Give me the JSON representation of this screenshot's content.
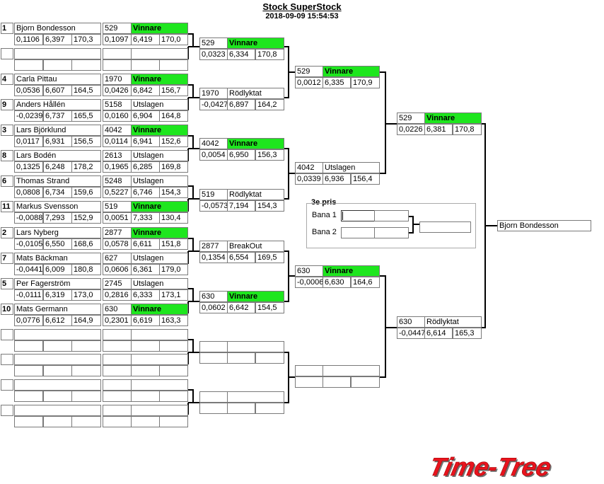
{
  "header": {
    "title": "Stock SuperStock",
    "datetime": "2018-09-09 15:54:53"
  },
  "seeds": [
    "1",
    "4",
    "9",
    "3",
    "8",
    "6",
    "11",
    "2",
    "7",
    "5",
    "10"
  ],
  "drivers": [
    "Bjorn Bondesson",
    "Carla Pittau",
    "Anders Hållén",
    "Lars Björklund",
    "Lars Bodén",
    "Thomas Strand",
    "Markus Svensson",
    "Lars Nyberg",
    "Mats Bäckman",
    "Per Fagerström",
    "Mats Germann"
  ],
  "driver_times": [
    [
      "0,1106",
      "6,397",
      "170,3"
    ],
    [
      "0,0536",
      "6,607",
      "164,5"
    ],
    [
      "-0,0239",
      "6,737",
      "165,5"
    ],
    [
      "0,0117",
      "6,931",
      "156,5"
    ],
    [
      "0,1325",
      "6,248",
      "178,2"
    ],
    [
      "0,0808",
      "6,734",
      "159,6"
    ],
    [
      "-0,0088",
      "7,293",
      "152,9"
    ],
    [
      "-0,0105",
      "6,550",
      "168,6"
    ],
    [
      "-0,0441",
      "6,009",
      "180,8"
    ],
    [
      "-0,0111",
      "6,319",
      "173,0"
    ],
    [
      "0,0776",
      "6,612",
      "164,9"
    ]
  ],
  "round1": [
    {
      "num": "529",
      "status": "Vinnare",
      "times": [
        "0,1097",
        "6,419",
        "170,0"
      ]
    },
    {
      "num": "1970",
      "status": "Vinnare",
      "times": [
        "0,0426",
        "6,842",
        "156,7"
      ]
    },
    {
      "num": "5158",
      "status": "Utslagen",
      "times": [
        "0,0160",
        "6,904",
        "164,8"
      ]
    },
    {
      "num": "4042",
      "status": "Vinnare",
      "times": [
        "0,0114",
        "6,941",
        "152,6"
      ]
    },
    {
      "num": "2613",
      "status": "Utslagen",
      "times": [
        "0,1965",
        "6,285",
        "169,8"
      ]
    },
    {
      "num": "5248",
      "status": "Utslagen",
      "times": [
        "0,5227",
        "6,746",
        "154,3"
      ]
    },
    {
      "num": "519",
      "status": "Vinnare",
      "times": [
        "0,0051",
        "7,333",
        "130,4"
      ]
    },
    {
      "num": "2877",
      "status": "Vinnare",
      "times": [
        "0,0578",
        "6,611",
        "151,8"
      ]
    },
    {
      "num": "627",
      "status": "Utslagen",
      "times": [
        "0,0606",
        "6,361",
        "179,0"
      ]
    },
    {
      "num": "2745",
      "status": "Utslagen",
      "times": [
        "0,2816",
        "6,333",
        "173,1"
      ]
    },
    {
      "num": "630",
      "status": "Vinnare",
      "times": [
        "0,2301",
        "6,619",
        "163,3"
      ]
    }
  ],
  "round2": [
    {
      "num": "529",
      "status": "Vinnare",
      "times": [
        "0,0323",
        "6,334",
        "170,8"
      ]
    },
    {
      "num": "1970",
      "status": "Rödlyktat",
      "times": [
        "-0,0427",
        "6,897",
        "164,2"
      ]
    },
    {
      "num": "4042",
      "status": "Vinnare",
      "times": [
        "0,0054",
        "6,950",
        "156,3"
      ]
    },
    {
      "num": "519",
      "status": "Rödlyktat",
      "times": [
        "-0,0573",
        "7,194",
        "154,3"
      ]
    },
    {
      "num": "2877",
      "status": "BreakOut",
      "times": [
        "0,1354",
        "6,554",
        "169,5"
      ]
    },
    {
      "num": "630",
      "status": "Vinnare",
      "times": [
        "0,0602",
        "6,642",
        "154,5"
      ]
    }
  ],
  "round3": [
    {
      "num": "529",
      "status": "Vinnare",
      "times": [
        "0,0012",
        "6,335",
        "170,9"
      ]
    },
    {
      "num": "4042",
      "status": "Utslagen",
      "times": [
        "0,0339",
        "6,936",
        "156,4"
      ]
    },
    {
      "num": "630",
      "status": "Vinnare",
      "times": [
        "-0,0006",
        "6,630",
        "164,6"
      ]
    }
  ],
  "round4": [
    {
      "num": "529",
      "status": "Vinnare",
      "times": [
        "0,0226",
        "6,381",
        "170,8"
      ]
    },
    {
      "num": "630",
      "status": "Rödlyktat",
      "times": [
        "-0,0447",
        "6,614",
        "165,3"
      ]
    }
  ],
  "champion": "Bjorn Bondesson",
  "third_place": {
    "title": "3e pris",
    "lane1": "Bana 1",
    "lane2": "Bana 2"
  },
  "logo": {
    "text": "Time-Tree",
    "color": "#e8141e"
  },
  "colors": {
    "winner": "#1ee61e"
  }
}
